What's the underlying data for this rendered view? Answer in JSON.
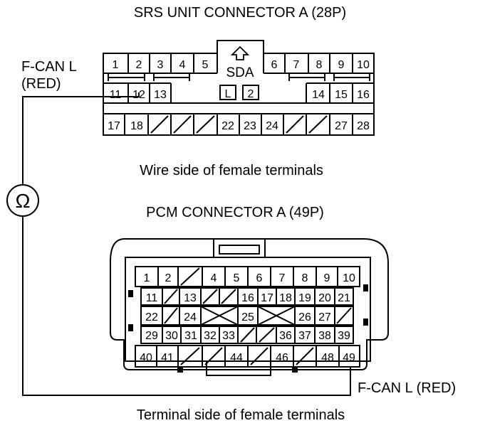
{
  "srs": {
    "title": "SRS UNIT CONNECTOR A (28P)",
    "caption": "Wire side of female terminals",
    "signal_label_line1": "F-CAN L",
    "signal_label_line2": "(RED)",
    "tab_label": "SDA",
    "badge_1": "L",
    "badge_2": "2",
    "row1": [
      "1",
      "2",
      "3",
      "4",
      "5",
      "6",
      "7",
      "8",
      "9",
      "10"
    ],
    "row2": [
      "11",
      "12",
      "13",
      "14",
      "15",
      "16"
    ],
    "row3": [
      "17",
      "18",
      "22",
      "23",
      "24",
      "27",
      "28"
    ]
  },
  "pcm": {
    "title": "PCM CONNECTOR A (49P)",
    "caption": "Terminal side of female terminals",
    "signal_label": "F-CAN L (RED)",
    "row1": [
      "1",
      "2",
      "4",
      "5",
      "6",
      "7",
      "8",
      "9",
      "10"
    ],
    "row2": [
      "11",
      "13",
      "16",
      "17",
      "18",
      "19",
      "20",
      "21"
    ],
    "row3": [
      "22",
      "24",
      "25",
      "26",
      "27"
    ],
    "row4": [
      "29",
      "30",
      "31",
      "32",
      "33",
      "36",
      "37",
      "38",
      "39"
    ],
    "row5": [
      "40",
      "41",
      "44",
      "46",
      "48",
      "49"
    ]
  },
  "meter": {
    "symbol": "Ω"
  }
}
